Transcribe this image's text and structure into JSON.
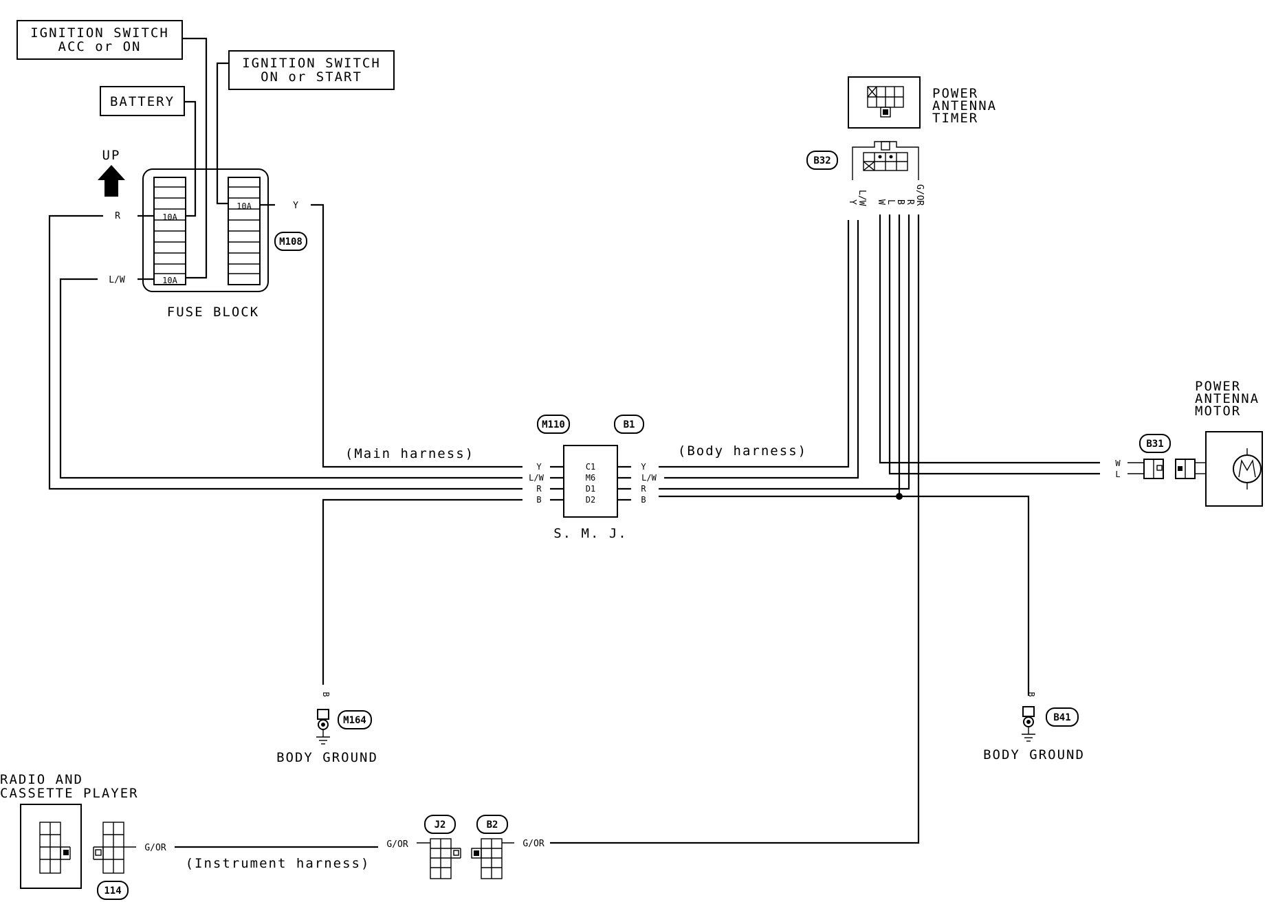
{
  "labels": {
    "ign_acc_1": "IGNITION SWITCH",
    "ign_acc_2": "ACC or ON",
    "ign_on_1": "IGNITION SWITCH",
    "ign_on_2": "ON or START",
    "battery": "BATTERY",
    "up": "UP",
    "fuse_block": "FUSE BLOCK",
    "timer_1": "POWER",
    "timer_2": "ANTENNA",
    "timer_3": "TIMER",
    "motor_1": "POWER",
    "motor_2": "ANTENNA",
    "motor_3": "MOTOR",
    "smj": "S. M. J.",
    "main_harness": "(Main harness)",
    "body_harness": "(Body harness)",
    "instrument_harness": "(Instrument harness)",
    "body_ground_1": "BODY GROUND",
    "body_ground_2": "BODY GROUND",
    "radio_1": "RADIO AND",
    "radio_2": "CASSETTE PLAYER"
  },
  "fuses": {
    "f1": "10A",
    "f2": "10A",
    "f3": "10A"
  },
  "connectors": {
    "m108": "M108",
    "m110": "M110",
    "b1": "B1",
    "b32": "B32",
    "b31": "B31",
    "m164": "M164",
    "b41": "B41",
    "j2": "J2",
    "b2": "B2",
    "c114": "114"
  },
  "wires": {
    "fuse_r": "R",
    "fuse_lw": "L/W",
    "fuse_y": "Y",
    "smj_left_y": "Y",
    "smj_left_lw": "L/W",
    "smj_left_r": "R",
    "smj_left_b": "B",
    "smj_right_y": "Y",
    "smj_right_lw": "L/W",
    "smj_right_r": "R",
    "smj_right_b": "B",
    "pin_c1": "C1",
    "pin_m6": "M6",
    "pin_d1": "D1",
    "pin_d2": "D2",
    "timer_lw": "L/W",
    "timer_y": "Y",
    "timer_w": "W",
    "timer_l": "L",
    "timer_b": "B",
    "timer_r": "R",
    "timer_gor": "G/OR",
    "motor_w": "W",
    "motor_l": "L",
    "gnd_b1": "B",
    "gnd_b2": "B",
    "radio_gor": "G/OR",
    "j2_gor": "G/OR",
    "b2_gor": "G/OR"
  }
}
